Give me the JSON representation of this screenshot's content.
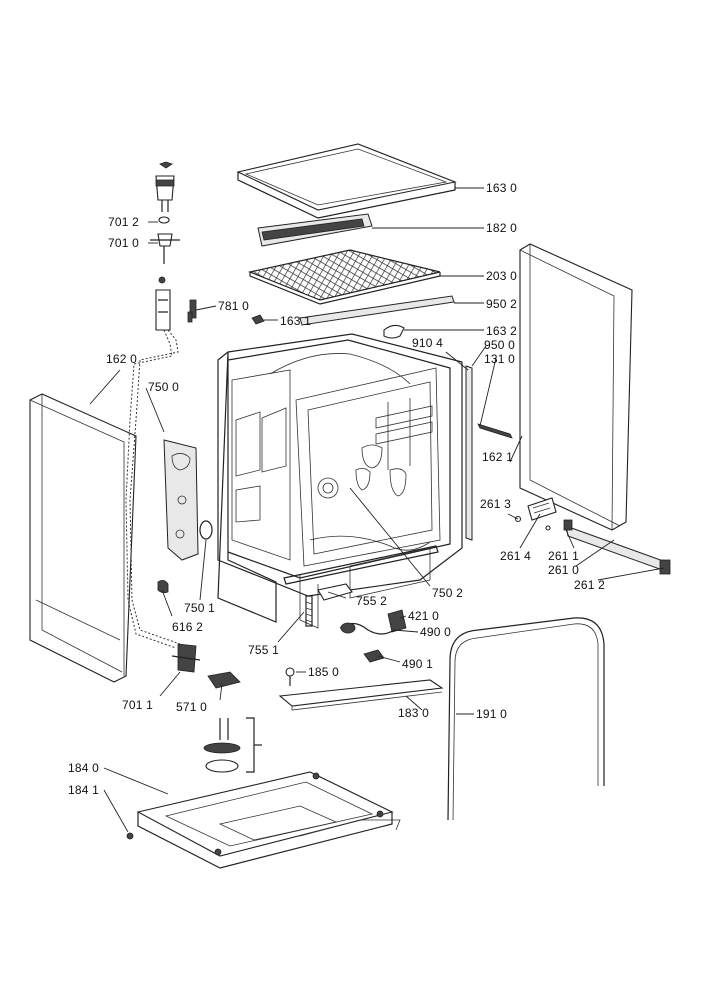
{
  "callouts": {
    "c1630": "163 0",
    "c1820": "182 0",
    "c2030": "203 0",
    "c9502": "950 2",
    "c1631": "163 1",
    "c1632": "163 2",
    "c9104": "910 4",
    "c9500": "950 0",
    "c1310": "131 0",
    "c7012": "701 2",
    "c7010": "701 0",
    "c7810": "781 0",
    "c1620": "162 0",
    "c7500": "750 0",
    "c1621": "162 1",
    "c2613": "261 3",
    "c2614": "261 4",
    "c2611": "261 1",
    "c2610": "261 0",
    "c2612": "261 2",
    "c7502": "750 2",
    "c7552": "755 2",
    "c7501": "750 1",
    "c6162": "616 2",
    "c4210": "421 0",
    "c4900": "490 0",
    "c7551": "755 1",
    "c1850": "185 0",
    "c4901": "490 1",
    "c7011": "701 1",
    "c5710": "571 0",
    "c1830": "183 0",
    "c1910": "191 0",
    "c1840": "184 0",
    "c1841": "184 1"
  }
}
